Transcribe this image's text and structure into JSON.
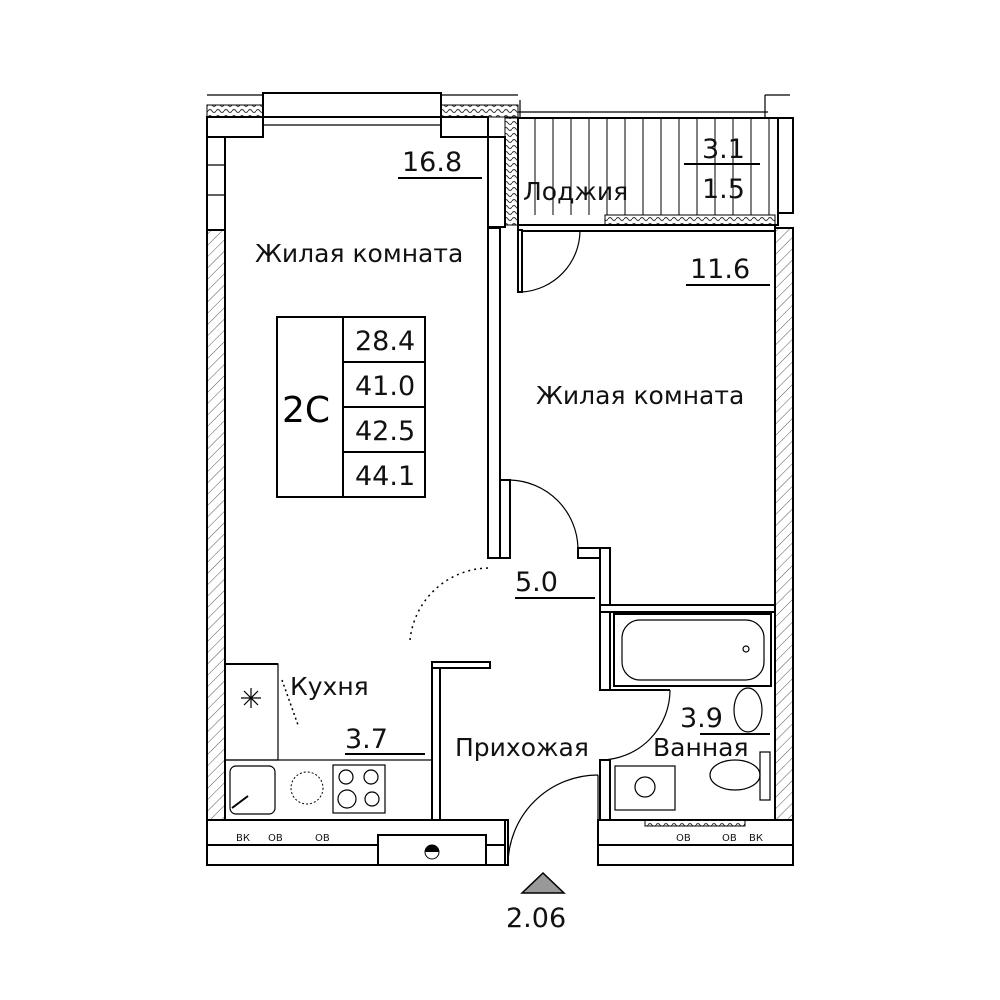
{
  "plan": {
    "type_label": "2С",
    "areas_table": [
      "28.4",
      "41.0",
      "42.5",
      "44.1"
    ],
    "ceiling_height": "2.06",
    "rooms": {
      "living_room_1": {
        "label": "Жилая комната",
        "area": "16.8"
      },
      "living_room_2": {
        "label": "Жилая комната",
        "area": "11.6"
      },
      "loggia": {
        "label": "Лоджия",
        "area": "3.1",
        "area_reduced": "1.5"
      },
      "kitchen": {
        "label": "Кухня",
        "area": "3.7"
      },
      "hallway": {
        "label": "Прихожая",
        "area": "5.0"
      },
      "bathroom": {
        "label": "Ванная",
        "area": "3.9"
      }
    },
    "riser_labels": [
      "ВК",
      "ОВ",
      "ОВ",
      "ОВ",
      "ОВ",
      "ВК"
    ]
  }
}
